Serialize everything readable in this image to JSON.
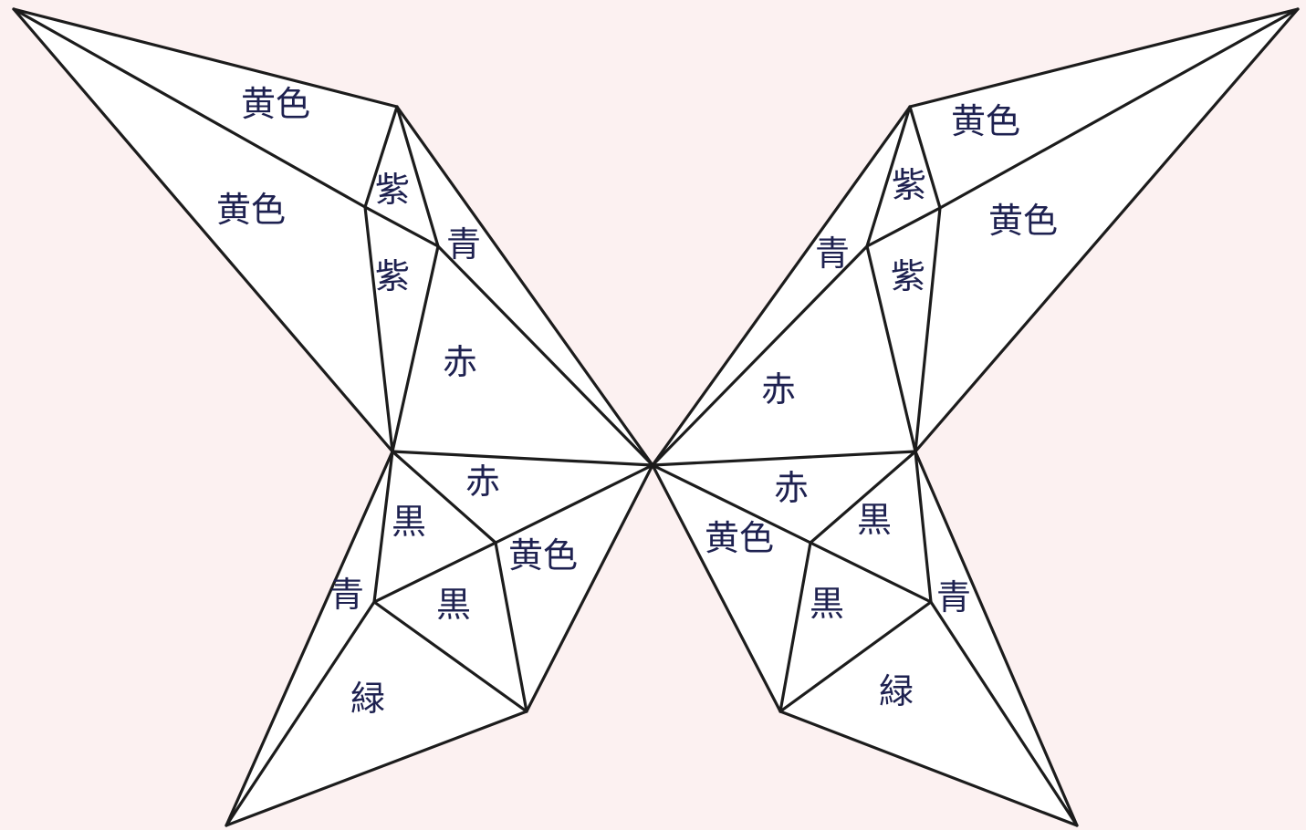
{
  "labels": {
    "left_upper_yellow_top": "黄色",
    "left_upper_yellow_mid": "黄色",
    "left_upper_purple_top": "紫",
    "left_upper_purple_mid": "紫",
    "left_upper_blue": "青",
    "left_upper_red": "赤",
    "left_lower_red": "赤",
    "left_lower_black_top": "黒",
    "left_lower_yellow": "黄色",
    "left_lower_blue": "青",
    "left_lower_black_mid": "黒",
    "left_lower_green": "緑",
    "right_upper_yellow_top": "黄色",
    "right_upper_purple_top": "紫",
    "right_upper_yellow_mid": "黄色",
    "right_upper_blue": "青",
    "right_upper_purple_mid": "紫",
    "right_upper_red": "赤",
    "right_lower_red": "赤",
    "right_lower_yellow": "黄色",
    "right_lower_black_top": "黒",
    "right_lower_black_mid": "黒",
    "right_lower_blue": "青",
    "right_lower_green": "緑"
  }
}
